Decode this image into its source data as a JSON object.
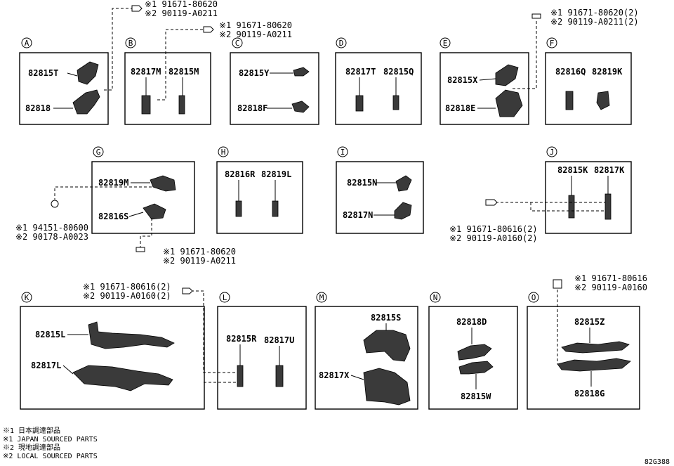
{
  "panels": {
    "A": {
      "letter": "A",
      "parts": [
        "82815T",
        "82818"
      ]
    },
    "B": {
      "letter": "B",
      "parts": [
        "82817M",
        "82815M"
      ]
    },
    "C": {
      "letter": "C",
      "parts": [
        "82815Y",
        "82818F"
      ]
    },
    "D": {
      "letter": "D",
      "parts": [
        "82817T",
        "82815Q"
      ]
    },
    "E": {
      "letter": "E",
      "parts": [
        "82815X",
        "82818E"
      ]
    },
    "F": {
      "letter": "F",
      "parts": [
        "82816Q",
        "82819K"
      ]
    },
    "G": {
      "letter": "G",
      "parts": [
        "82819M",
        "82816S"
      ]
    },
    "H": {
      "letter": "H",
      "parts": [
        "82816R",
        "82819L"
      ]
    },
    "I": {
      "letter": "I",
      "parts": [
        "82815N",
        "82817N"
      ]
    },
    "J": {
      "letter": "J",
      "parts": [
        "82815K",
        "82817K"
      ]
    },
    "K": {
      "letter": "K",
      "parts": [
        "82815L",
        "82817L"
      ]
    },
    "L": {
      "letter": "L",
      "parts": [
        "82815R",
        "82817U"
      ]
    },
    "M": {
      "letter": "M",
      "parts": [
        "82815S",
        "82817X"
      ]
    },
    "N": {
      "letter": "N",
      "parts": [
        "82818D",
        "82815W"
      ]
    },
    "O": {
      "letter": "O",
      "parts": [
        "82815Z",
        "82818G"
      ]
    }
  },
  "callouts": {
    "a1": "※1 91671-80620",
    "a2": "※2 90119-A0211",
    "b1": "※1 91671-80620",
    "b2": "※2 90119-A0211",
    "e1": "※1 91671-80620(2)",
    "e2": "※2 90119-A0211(2)",
    "gl1": "※1 94151-80600",
    "gl2": "※2 90178-A0023",
    "gb1": "※1 91671-80620",
    "gb2": "※2 90119-A0211",
    "j1": "※1 91671-80616(2)",
    "j2": "※2 90119-A0160(2)",
    "k1": "※1 91671-80616(2)",
    "k2": "※2 90119-A0160(2)",
    "o1": "※1 91671-80616",
    "o2": "※2 90119-A0160"
  },
  "legend": [
    "※1 日本調達部品",
    "※1 JAPAN SOURCED PARTS",
    "※2 現地調達部品",
    "※2 LOCAL SOURCED PARTS"
  ],
  "figure_code": "82G388"
}
